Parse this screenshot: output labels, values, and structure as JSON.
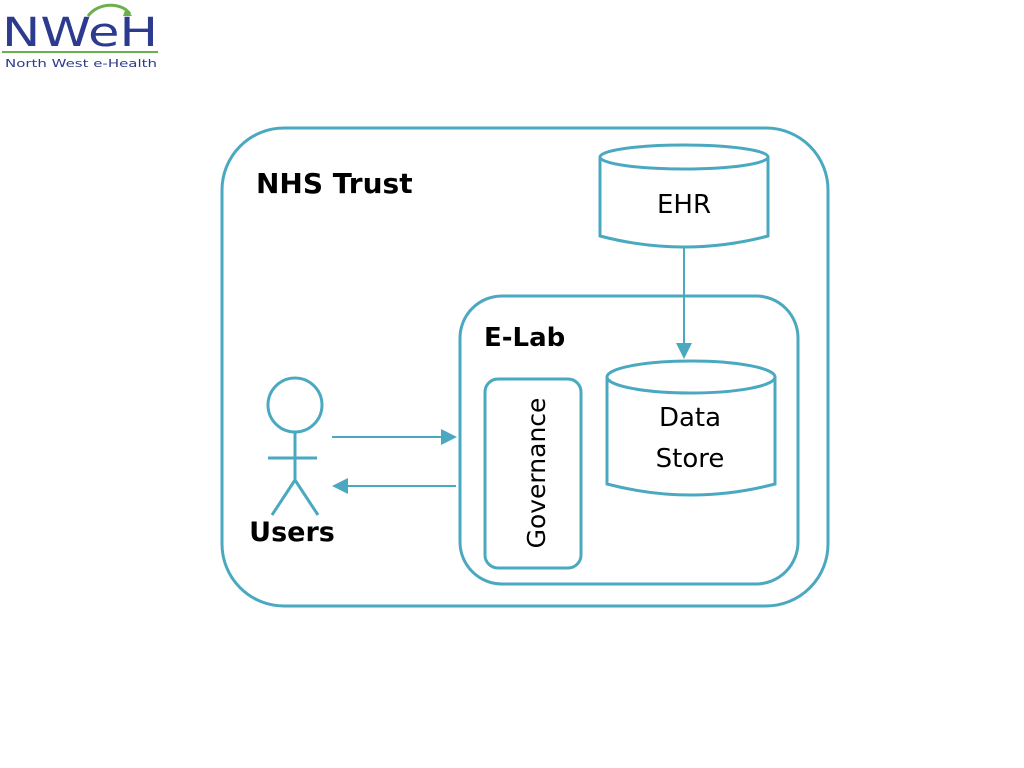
{
  "logo": {
    "wordmark": "NWeH",
    "tagline": "North West e-Health"
  },
  "diagram": {
    "trust_label": "NHS Trust",
    "ehr_label": "EHR",
    "elab_label": "E-Lab",
    "governance_label": "Governance",
    "data_store_line1": "Data",
    "data_store_line2": "Store",
    "users_label": "Users"
  },
  "colors": {
    "stroke": "#4aa9c0",
    "logo_blue": "#2c3b8f",
    "logo_green": "#6ab04c"
  }
}
